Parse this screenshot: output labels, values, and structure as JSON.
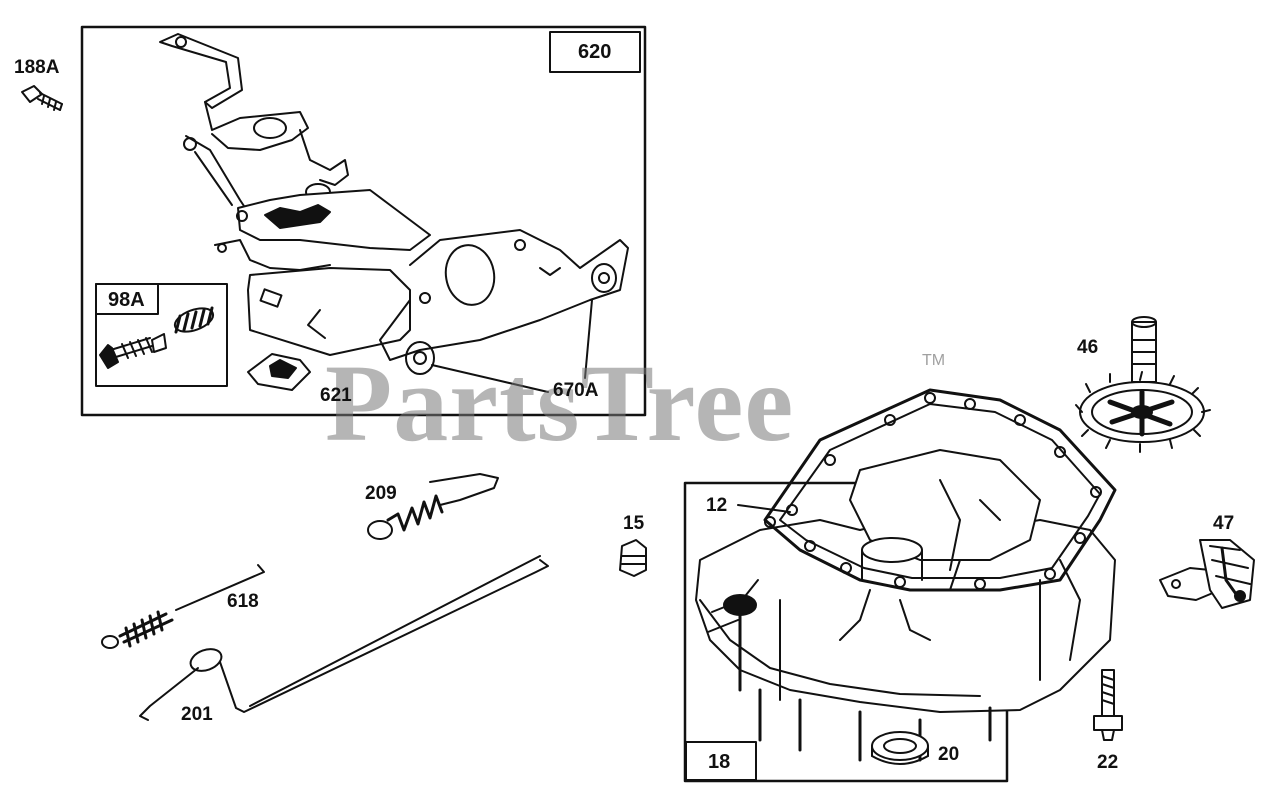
{
  "watermark": {
    "text": "PartsTree",
    "tm": "TM"
  },
  "labels": {
    "p188A": "188A",
    "p620": "620",
    "p98A": "98A",
    "p621": "621",
    "p670A": "670A",
    "p46": "46",
    "p209": "209",
    "p15": "15",
    "p12": "12",
    "p47": "47",
    "p618": "618",
    "p201": "201",
    "p18": "18",
    "p20": "20",
    "p22": "22"
  }
}
